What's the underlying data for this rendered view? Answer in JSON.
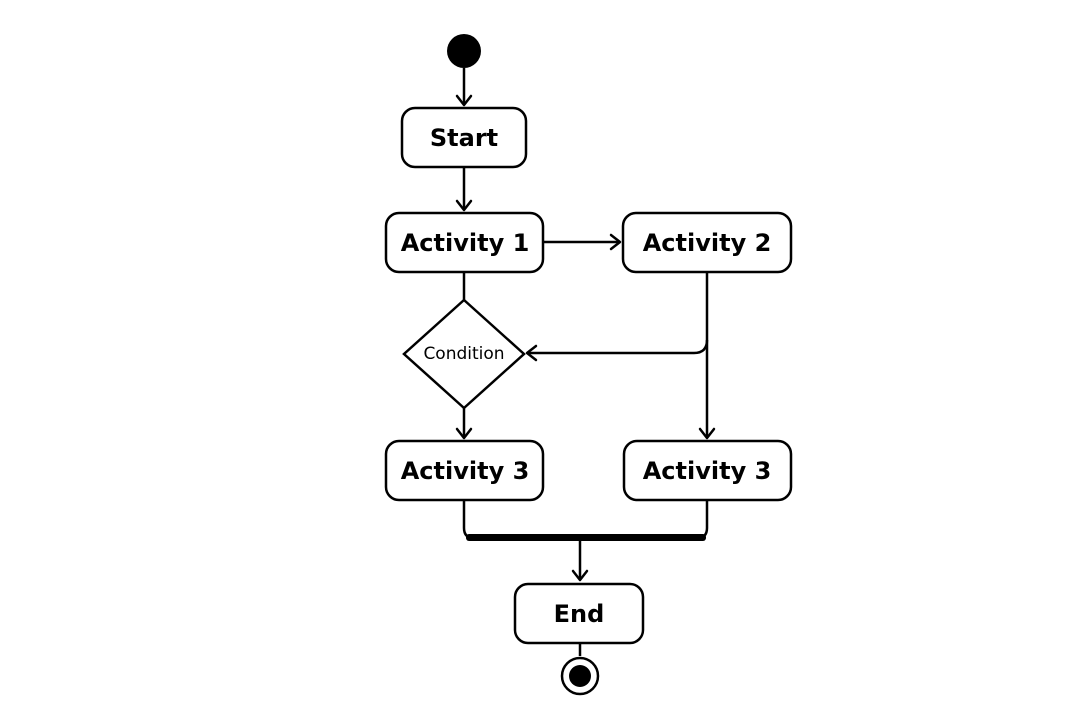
{
  "nodes": {
    "start_label": "Start",
    "activity1_label": "Activity 1",
    "activity2_label": "Activity 2",
    "condition_label": "Condition",
    "activity3_left_label": "Activity 3",
    "activity3_right_label": "Activity 3",
    "end_label": "End"
  }
}
